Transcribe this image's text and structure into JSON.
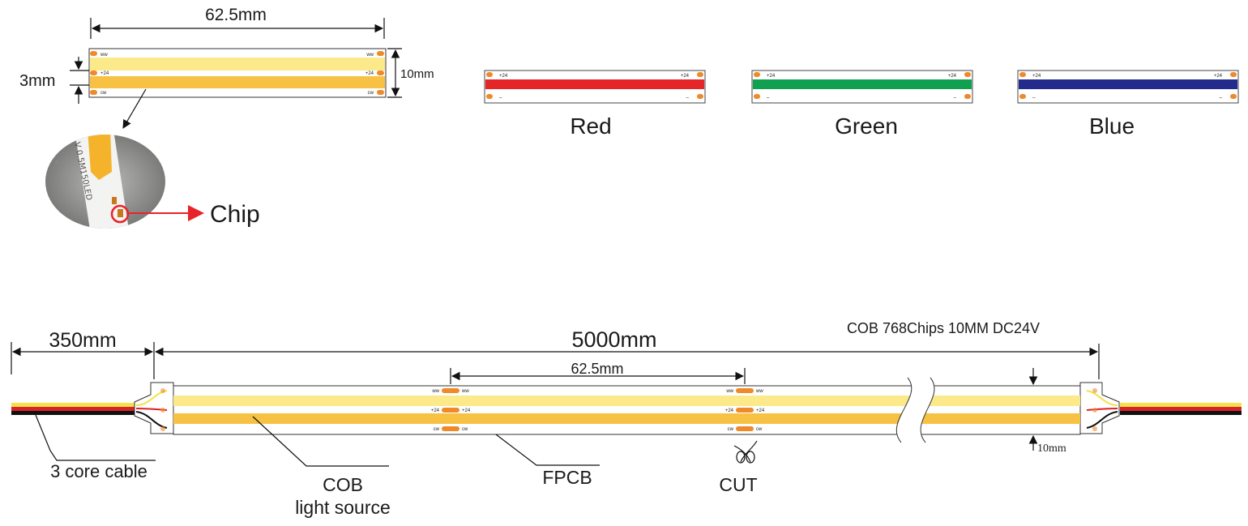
{
  "top_segment": {
    "length_label": "62.5mm",
    "width_label": "10mm",
    "chip_gap_label": "3mm",
    "pad_ww": "ww",
    "pad_plus24": "+24",
    "pad_cw": "cw"
  },
  "inset_photo": {
    "print_text": "V 0.5M150LED",
    "callout_label": "Chip"
  },
  "color_variants": [
    {
      "name": "Red",
      "color": "#e52629",
      "plus": "+24",
      "minus": "–"
    },
    {
      "name": "Green",
      "color": "#10a04f",
      "plus": "+24",
      "minus": "–"
    },
    {
      "name": "Blue",
      "color": "#232c8c",
      "plus": "+24",
      "minus": "–"
    }
  ],
  "full_strip": {
    "cable_length_label": "350mm",
    "strip_length_label": "5000mm",
    "segment_label": "62.5mm",
    "spec_label": "COB 768Chips 10MM DC24V",
    "width_label": "10mm",
    "cable_label": "3 core cable",
    "cob_label_line1": "COB",
    "cob_label_line2": "light source",
    "fpcb_label": "FPCB",
    "cut_label": "CUT"
  },
  "colors": {
    "warm_white": "#fbe98a",
    "cool_white": "#f7c243",
    "pad": "#ee8a2a",
    "cable_yellow": "#f3e24a",
    "cable_red": "#d9232a",
    "cable_black": "#111111",
    "arrow_red": "#e8232a"
  }
}
